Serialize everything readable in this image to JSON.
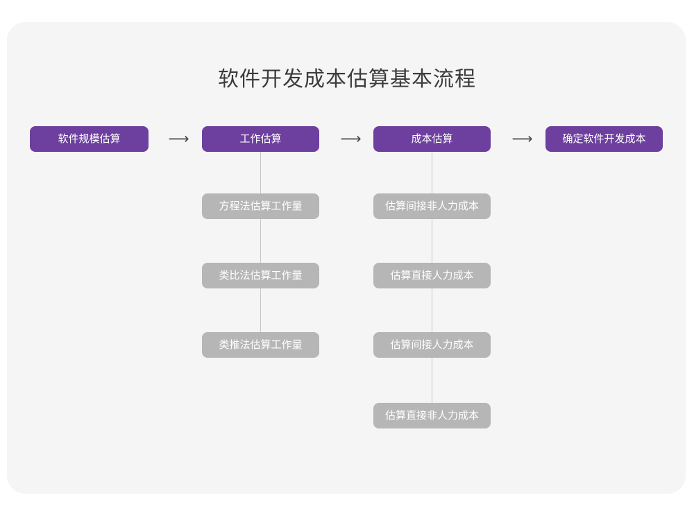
{
  "page": {
    "title": "软件开发成本估算基本流程",
    "background_color": "#ffffff",
    "card_color": "#f5f5f6",
    "primary_color": "#6d3f9e",
    "secondary_color": "#b6b6b6",
    "title_color": "#3b3b3b",
    "connector_color": "#c6c6c6"
  },
  "flow": {
    "arrows": [
      {
        "glyph": "⟶",
        "name": "arrow-1"
      },
      {
        "glyph": "⟶",
        "name": "arrow-2"
      },
      {
        "glyph": "⟶",
        "name": "arrow-3"
      }
    ],
    "stages": [
      {
        "label": "软件规模估算",
        "substeps": []
      },
      {
        "label": "工作估算",
        "substeps": [
          "方程法估算工作量",
          "类比法估算工作量",
          "类推法估算工作量"
        ]
      },
      {
        "label": "成本估算",
        "substeps": [
          "估算间接非人力成本",
          "估算直接人力成本",
          "估算间接人力成本",
          "估算直接非人力成本"
        ]
      },
      {
        "label": "确定软件开发成本",
        "substeps": []
      }
    ]
  }
}
